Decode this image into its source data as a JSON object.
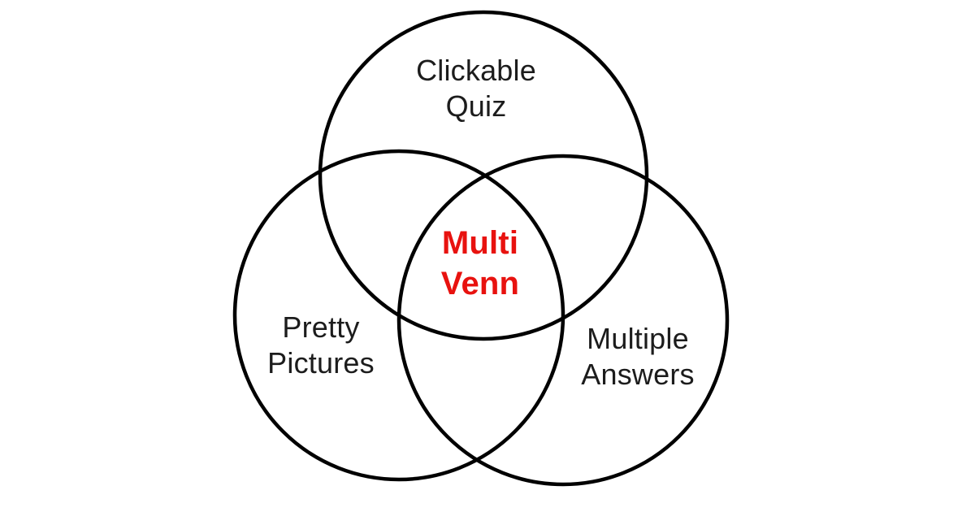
{
  "diagram": {
    "type": "venn",
    "background_color": "#ffffff",
    "circle_stroke_color": "#000000",
    "label_color": "#1c1c1c",
    "center_label_color": "#e8120f",
    "circles": [
      {
        "id": "clickable-quiz",
        "label_lines": [
          "Clickable",
          "Quiz"
        ]
      },
      {
        "id": "pretty-pictures",
        "label_lines": [
          "Pretty",
          "Pictures"
        ]
      },
      {
        "id": "multiple-answers",
        "label_lines": [
          "Multiple",
          "Answers"
        ]
      }
    ],
    "center_label_lines": [
      "Multi",
      "Venn"
    ]
  }
}
